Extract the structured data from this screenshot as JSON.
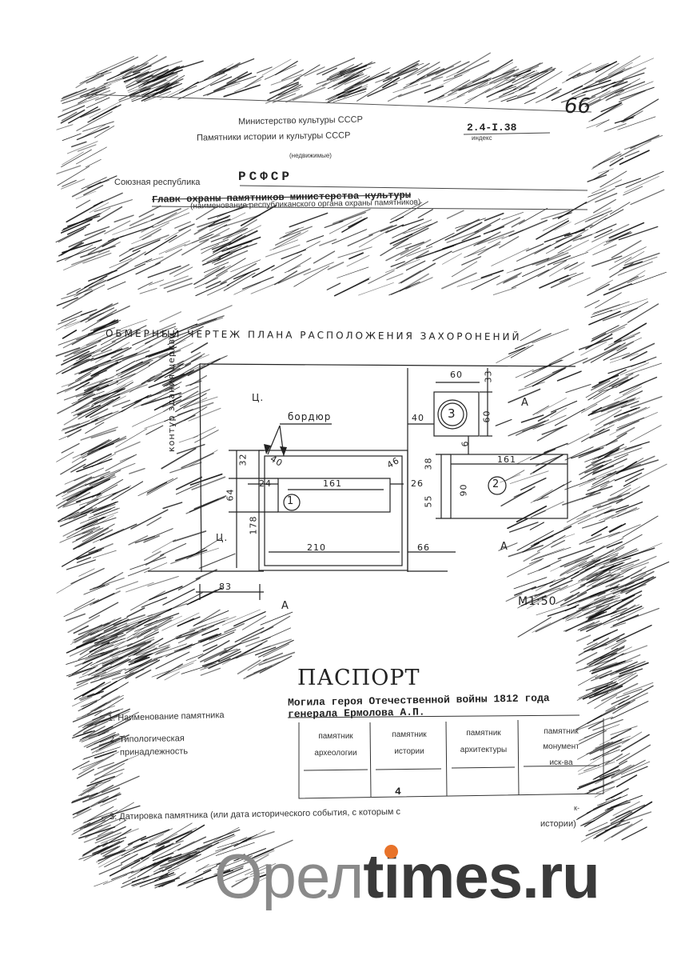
{
  "sheet_number": "66",
  "header": {
    "ministry": "Министерство культуры СССР",
    "subtitle": "Памятники истории и культуры СССР",
    "kind_note": "(недвижимые)",
    "index_code": "2.4-I.38",
    "index_label": "индекс",
    "republic_label": "Союзная республика",
    "republic_value": "РСФСР",
    "agency_value": "Главк охраны памятников министерства культуры",
    "agency_caption": "(наименование республиканского органа охраны памятников)"
  },
  "drawing": {
    "title": "ОБМЕРНЫЙ ЧЕРТЕЖ ПЛАНА РАСПОЛОЖЕНИЯ ЗАХОРОНЕНИЙ",
    "wall_label": "контур здания церкви",
    "border_label": "бордюр",
    "center_mark_top": "Ц.",
    "center_mark_bottom": "Ц.",
    "graves": [
      "1",
      "2",
      "3"
    ],
    "dimensions": {
      "d60_top": "60",
      "d33": "33",
      "d60_side": "60",
      "d40_left": "40",
      "d6": "6",
      "d161_right": "161",
      "d38": "38",
      "d90": "90",
      "d55": "55",
      "d32": "32",
      "d40_border": "40",
      "d46": "46",
      "d64": "64",
      "d24": "24",
      "d161_left": "161",
      "d26": "26",
      "d178": "178",
      "d210": "210",
      "d66": "66",
      "d83": "83"
    },
    "point_labels": [
      "А",
      "А",
      "А"
    ],
    "scale": "М1:50"
  },
  "passport": {
    "title": "ПАСПОРТ",
    "item1_label": "1. Наименование памятника",
    "item1_value_line1": "Могила героя Отечественной войны 1812 года",
    "item1_value_line2": "генерала Ермолова А.П.",
    "item2_label_line1": "2. Типологическая",
    "item2_label_line2": "принадлежность",
    "categories": [
      {
        "line1": "памятник",
        "line2": "археологии"
      },
      {
        "line1": "памятник",
        "line2": "истории"
      },
      {
        "line1": "памятник",
        "line2": "архитектуры"
      },
      {
        "line1": "памятник",
        "line2": "монумент",
        "line3": "иск-ва"
      }
    ],
    "selected_mark": "4",
    "item3_label": "3. Датировка памятника (или дата исторического события, с которым с",
    "item3_tail_top": "к-",
    "item3_tail_bottom": "истории)"
  },
  "watermark": {
    "part1": "Орел",
    "part2": "times",
    "part3": ".ru",
    "dot_color": "#e8732a",
    "gray_color": "#8a8a8a",
    "dark_color": "#3a3a3a"
  }
}
